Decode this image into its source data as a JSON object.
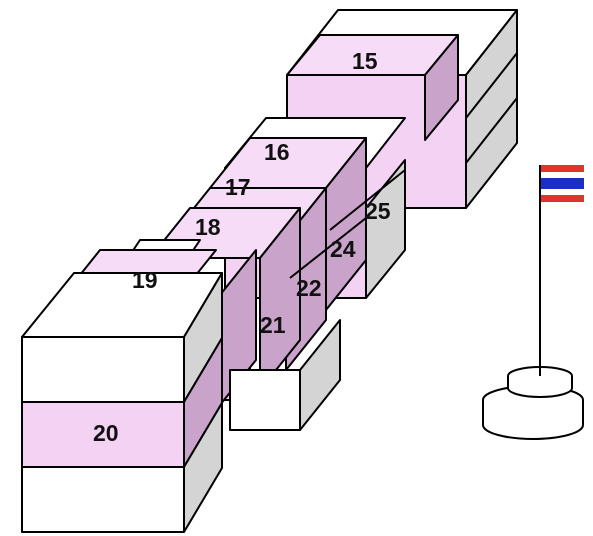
{
  "colors": {
    "pink_front": "#f3d2f3",
    "pink_top": "#f6dcf6",
    "pink_side": "#c9a3c9",
    "white_face": "#ffffff",
    "gray_side": "#d4d4d4",
    "outline": "#000000",
    "flag_red": "#e0342f",
    "flag_blue": "#1b2fc7"
  },
  "labels": {
    "n15": "15",
    "n16": "16",
    "n17": "17",
    "n18": "18",
    "n19": "19",
    "n20": "20",
    "n21": "21",
    "n22": "22",
    "n24": "24",
    "n25": "25"
  },
  "icons": {
    "flag": "flag-on-pedestal-icon"
  }
}
